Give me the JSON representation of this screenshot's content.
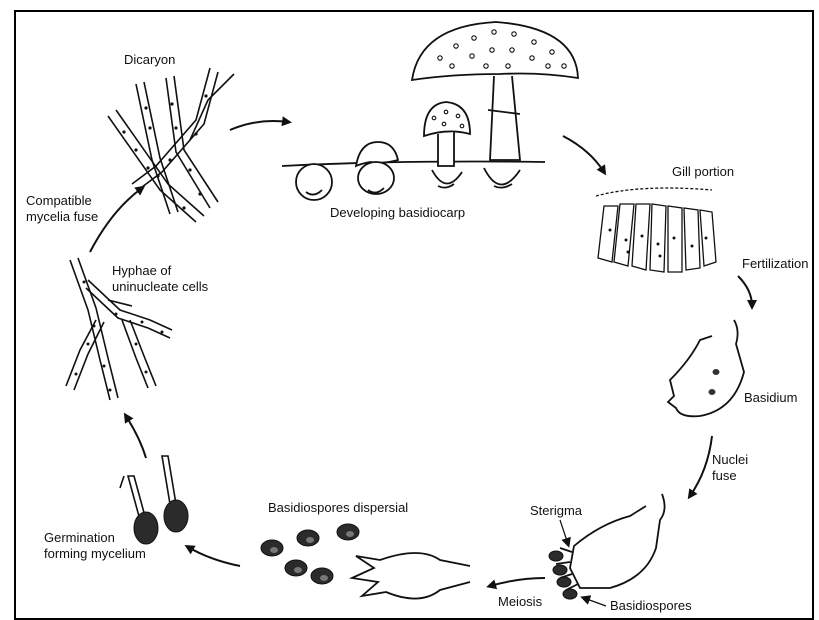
{
  "labels": {
    "dicaryon": "Dicaryon",
    "developing_basidiocarp": "Developing basidiocarp",
    "gill_portion": "Gill portion",
    "fertilization": "Fertilization",
    "basidium": "Basidium",
    "nuclei_fuse_1": "Nuclei",
    "nuclei_fuse_2": "fuse",
    "sterigma": "Sterigma",
    "basidiospores": "Basidiospores",
    "meiosis": "Meiosis",
    "basidiospores_dispersial": "Basidiospores dispersial",
    "germination_1": "Germination",
    "germination_2": "forming mycelium",
    "hyphae_1": "Hyphae of",
    "hyphae_2": "uninucleate cells",
    "compatible_1": "Compatible",
    "compatible_2": "mycelia fuse"
  },
  "colors": {
    "ink": "#111111",
    "spore": "#2b2b2b",
    "cap_spot": "#ffffff"
  }
}
